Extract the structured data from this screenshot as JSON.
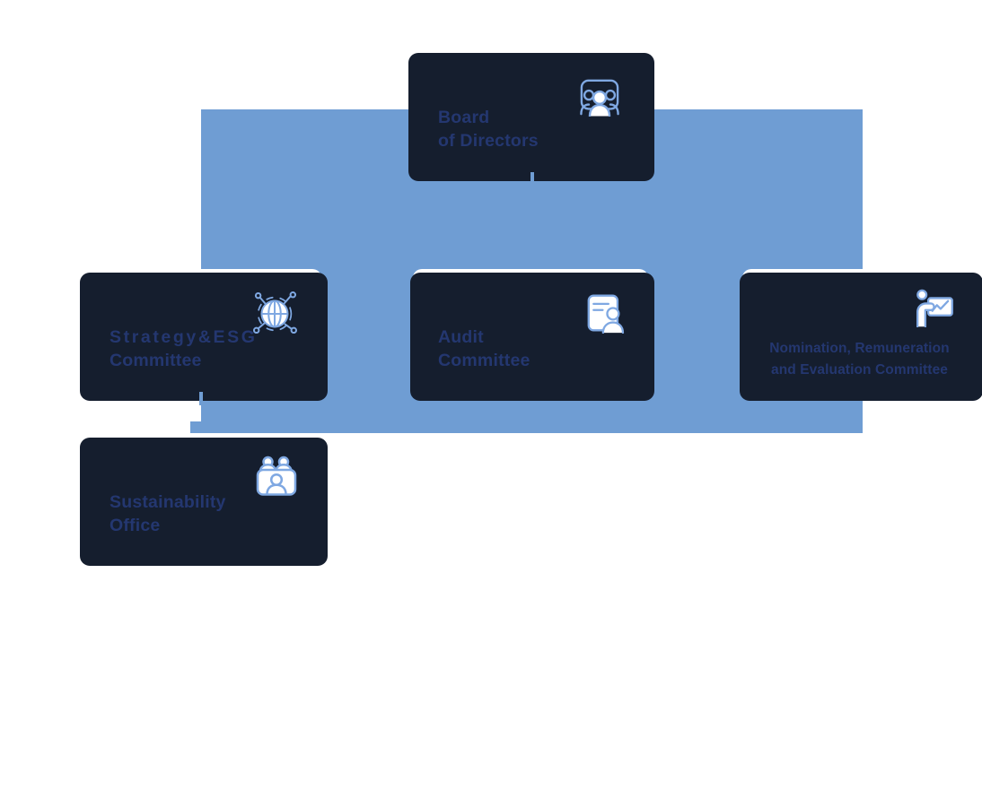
{
  "colors": {
    "accent-blue": "#6F9DD3",
    "icon-blue": "#7FA8E2",
    "title-navy": "#243770",
    "shadow-navy": "#151E2E"
  },
  "nodes": {
    "board": {
      "line1": "Board",
      "line2": "of Directors",
      "icon": "people-group-icon"
    },
    "strategy": {
      "line1": "Strategy&ESG",
      "line2": "Committee",
      "icon": "globe-network-icon"
    },
    "audit": {
      "line1": "Audit",
      "line2": "Committee",
      "icon": "id-card-icon"
    },
    "nomination": {
      "line1": "Nomination, Remuneration",
      "line2": "and Evaluation Committee",
      "icon": "presenter-chart-icon"
    },
    "sustainability": {
      "line1": "Sustainability",
      "line2": "Office",
      "icon": "meeting-icon"
    }
  },
  "hierarchy": {
    "root": "Board of Directors",
    "children": [
      "Strategy&ESG Committee",
      "Audit Committee",
      "Nomination, Remuneration and Evaluation Committee"
    ],
    "strategy_child": "Sustainability Office"
  }
}
